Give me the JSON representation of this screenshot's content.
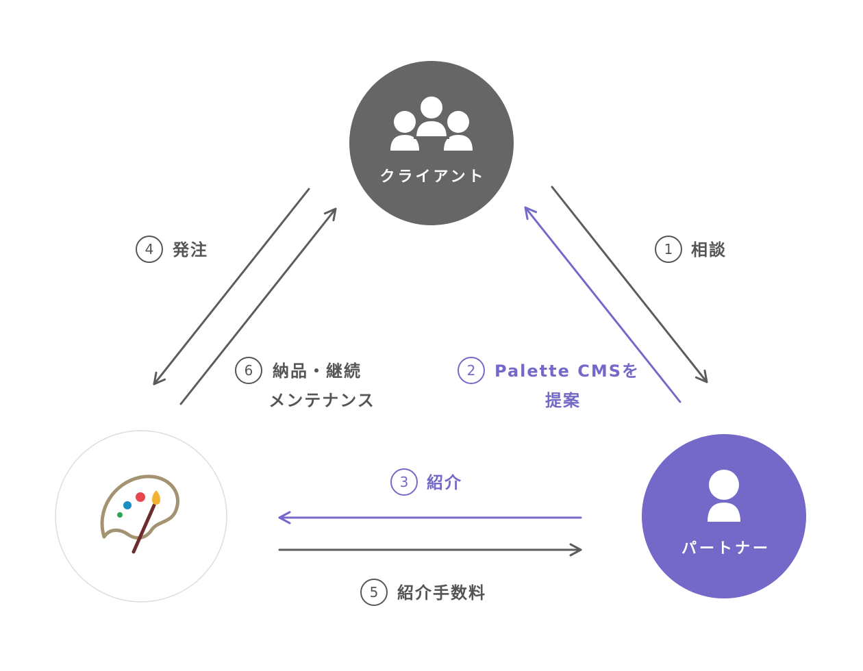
{
  "nodes": {
    "client": {
      "label": "クライアント"
    },
    "partner": {
      "label": "パートナー"
    }
  },
  "steps": [
    {
      "num": "1",
      "label": "相談"
    },
    {
      "num": "2",
      "label_lines": [
        "Palette CMSを",
        "提案"
      ]
    },
    {
      "num": "3",
      "label": "紹介"
    },
    {
      "num": "4",
      "label": "発注"
    },
    {
      "num": "5",
      "label": "紹介手数料"
    },
    {
      "num": "6",
      "label_lines": [
        "納品・継続",
        "メンテナンス"
      ]
    }
  ],
  "colors": {
    "client_fill": "#666666",
    "partner_fill": "#7468c8",
    "palette_fill": "#ffffff",
    "palette_stroke": "#dddddd",
    "arrow_gray": "#5c5c5c",
    "arrow_purple": "#7468c8",
    "palette_outline": "#a39371",
    "brush_handle": "#6e2d2d",
    "paint_red": "#e8464e",
    "paint_blue": "#1c8fc0",
    "paint_green": "#2fa35c",
    "paint_yellow": "#f2b232"
  },
  "icons": {
    "client": "group-users-icon",
    "partner": "user-icon",
    "palette": "paint-palette-logo-icon"
  }
}
